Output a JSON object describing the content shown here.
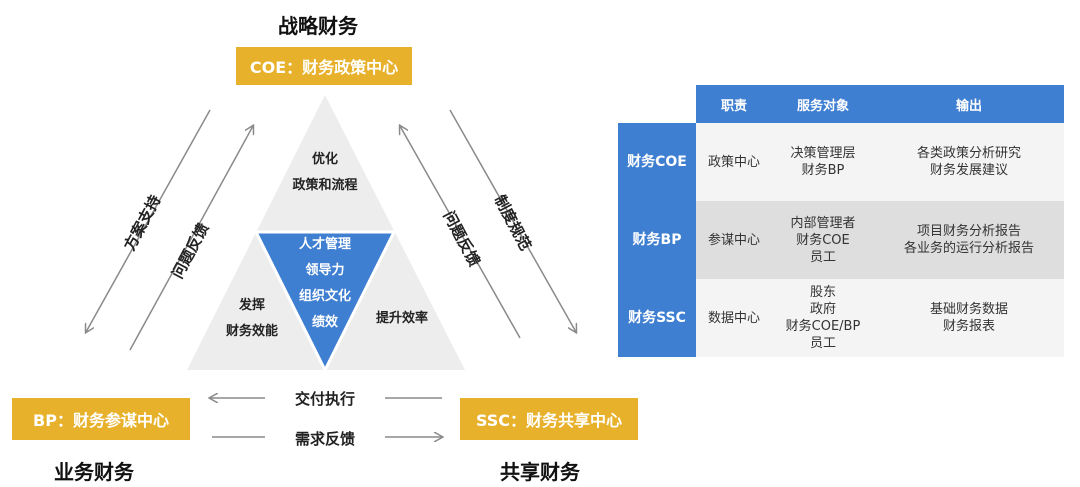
{
  "titles": {
    "top": "战略财务",
    "bottom_left": "业务财务",
    "bottom_right": "共享财务"
  },
  "boxes": {
    "coe": "COE：财务政策中心",
    "bp": "BP：财务参谋中心",
    "ssc": "SSC：财务共享中心"
  },
  "triangle": {
    "top": [
      "优化",
      "政策和流程"
    ],
    "left": [
      "发挥",
      "财务效能"
    ],
    "right": "提升效率",
    "inner": [
      "人才管理",
      "领导力",
      "组织文化",
      "绩效"
    ]
  },
  "arrows": {
    "left_outer": "方案支持",
    "left_inner": "问题反馈",
    "right_inner": "问题反馈",
    "right_outer": "制度规范",
    "bottom_top": "交付执行",
    "bottom_bottom": "需求反馈"
  },
  "colors": {
    "gold": "#e8b12c",
    "blue": "#3f7fd1",
    "light_gray": "#ededed"
  },
  "table": {
    "headers": [
      "",
      "职责",
      "服务对象",
      "输出"
    ],
    "rows": [
      {
        "name": "财务COE",
        "role": "政策中心",
        "serve": [
          "决策管理层",
          "财务BP"
        ],
        "output": [
          "各类政策分析研究",
          "财务发展建议"
        ]
      },
      {
        "name": "财务BP",
        "role": "参谋中心",
        "serve": [
          "内部管理者",
          "财务COE",
          "员工"
        ],
        "output": [
          "项目财务分析报告",
          "各业务的运行分析报告"
        ]
      },
      {
        "name": "财务SSC",
        "role": "数据中心",
        "serve": [
          "股东",
          "政府",
          "财务COE/BP",
          "员工"
        ],
        "output": [
          "基础财务数据",
          "财务报表"
        ]
      }
    ]
  }
}
